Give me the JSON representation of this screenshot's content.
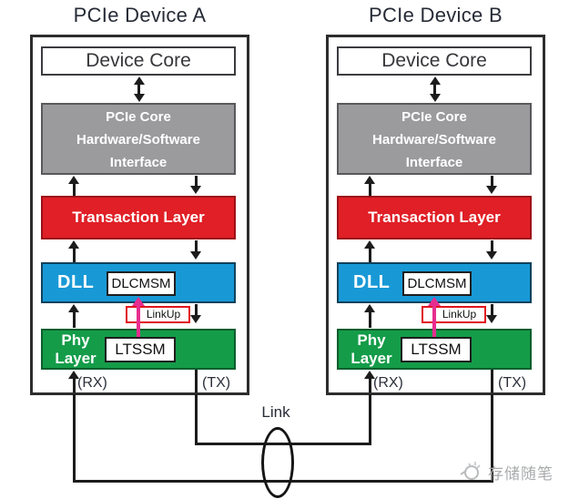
{
  "colors": {
    "interface_gray": "#9b9b9e",
    "transaction_red": "#e01f26",
    "dll_blue": "#1899d6",
    "phy_green": "#149c49",
    "linkup_border_red": "#e0141e",
    "linkup_arrow_magenta": "#e62e8f",
    "line_black": "#1c1c1c",
    "text_dark": "#262b36",
    "watermark_gray": "#a9abad"
  },
  "devices": [
    {
      "title": "PCIe Device A",
      "device_core": "Device Core",
      "pcie_core": [
        "PCIe Core",
        "Hardware/Software",
        "Interface"
      ],
      "transaction_layer": "Transaction Layer",
      "dll": "DLL",
      "dlcmsm": "DLCMSM",
      "linkup": "LinkUp",
      "phy": [
        "Phy",
        "Layer"
      ],
      "ltssm": "LTSSM",
      "rx": "(RX)",
      "tx": "(TX)"
    },
    {
      "title": "PCIe Device B",
      "device_core": "Device Core",
      "pcie_core": [
        "PCIe Core",
        "Hardware/Software",
        "Interface"
      ],
      "transaction_layer": "Transaction Layer",
      "dll": "DLL",
      "dlcmsm": "DLCMSM",
      "linkup": "LinkUp",
      "phy": [
        "Phy",
        "Layer"
      ],
      "ltssm": "LTSSM",
      "rx": "(RX)",
      "tx": "(TX)"
    }
  ],
  "link": {
    "label": "Link"
  },
  "watermark": {
    "text": "存储随笔"
  }
}
